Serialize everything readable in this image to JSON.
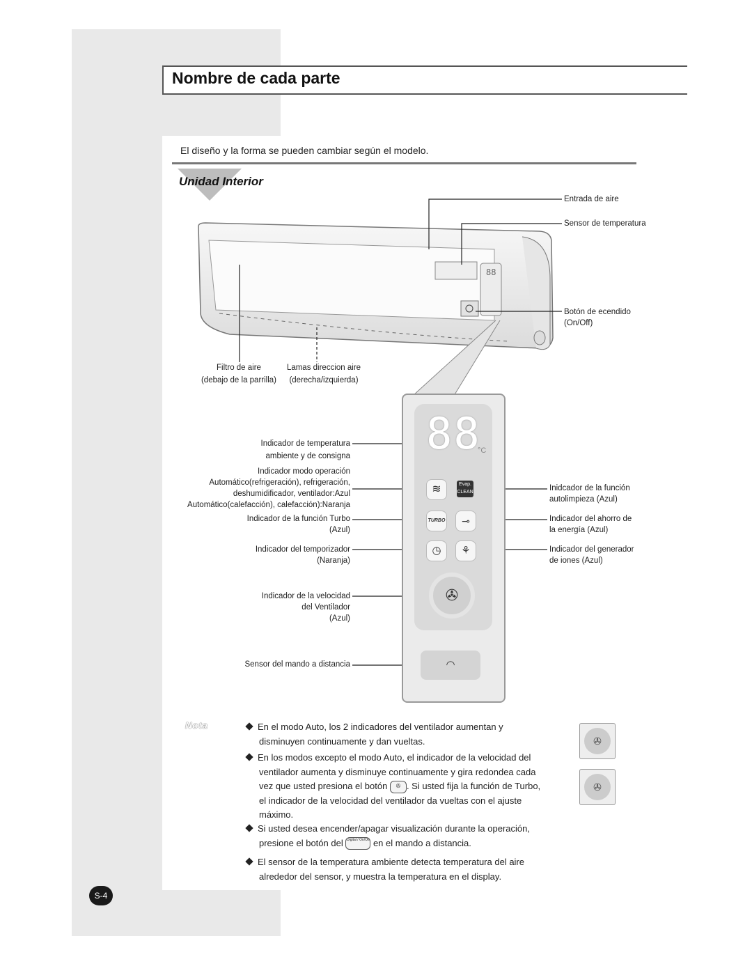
{
  "header": {
    "title": "Nombre de cada parte",
    "intro": "El diseño y la forma se pueden cambiar según el modelo.",
    "subtitle": "Unidad Interior"
  },
  "unit_labels": {
    "air_intake": "Entrada de aire",
    "temp_sensor": "Sensor de temperatura",
    "power_button_1": "Botón de ecendido",
    "power_button_2": "(On/Off)",
    "air_filter_1": "Filtro de aire",
    "air_filter_2": "(debajo de la parrilla)",
    "louvers_1": "Lamas direccion aire",
    "louvers_2": "(derecha/izquierda)",
    "display_digits": "88",
    "display_unit": "°C"
  },
  "panel_labels": {
    "temp_ind_1": "Indicador de temperatura",
    "temp_ind_2": "ambiente y de consigna",
    "mode_1": "Indicador modo operación",
    "mode_2": "Automático(refrigeración), refrigeración,",
    "mode_3": "deshumidificador, ventilador:Azul",
    "mode_4": "Automático(calefacción), calefacción):Naranja",
    "turbo_1": "Indicador de la función Turbo",
    "turbo_2": "(Azul)",
    "timer_1": "Indicador del temporizador",
    "timer_2": "(Naranja)",
    "fan_1": "Indicador de la velocidad",
    "fan_2": "del Ventilador",
    "fan_3": "(Azul)",
    "remote_sensor": "Sensor del mando a distancia",
    "selfclean_1": "Inidcador de la función",
    "selfclean_2": "autolimpieza (Azul)",
    "energy_1": "Indicador del ahorro de",
    "energy_2": "la energía (Azul)",
    "ion_1": "Indicador del generador",
    "ion_2": "de iones (Azul)",
    "turbo_icon": "TURBO",
    "evap_icon_1": "Evap.",
    "evap_icon_2": "CLEAN"
  },
  "notes": {
    "label": "Nota",
    "n1_l1": "En el modo Auto, los 2 indicadores del ventilador aumentan y",
    "n1_l2": "disminuyen continuamente y dan vueltas.",
    "n2_l1": "En los modos excepto el modo Auto, el indicador de la velocidad del",
    "n2_l2": "ventilador aumenta y disminuye continuamente y gira redondea cada",
    "n2_l3a": "vez que usted presiona el botón",
    "n2_l3b": ". Si usted fija la función de Turbo,",
    "n2_l4": "el indicador de la velocidad del ventilador da vueltas con el ajuste",
    "n2_l5": "máximo.",
    "n3_l1": "Si usted desea encender/apagar visualización durante la operación,",
    "n3_l2a": "presione el botón del",
    "n3_l2b": "en el mando a distancia.",
    "n3_btn": "Digital / On/Off",
    "n4_l1": "El sensor de la temperatura ambiente detecta temperatura del aire",
    "n4_l2": "alrededor del sensor, y muestra la temperatura en el display."
  },
  "page_number": "S-4"
}
